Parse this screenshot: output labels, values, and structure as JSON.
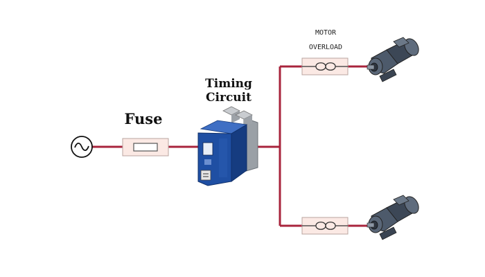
{
  "labels": {
    "fuse": "Fuse",
    "timing_line1": "Timing",
    "timing_line2": "Circuit",
    "overload_line1": "MOTOR",
    "overload_line2": "OVERLOAD"
  },
  "components": {
    "source": "ac-source-icon",
    "fuse": "fuse-icon",
    "timer": "timing-relay-icon",
    "overload_top": "overload-relay-icon",
    "overload_bottom": "overload-relay-icon",
    "motor_top": "gear-motor-icon",
    "motor_bottom": "gear-motor-icon"
  },
  "colors": {
    "wire": "#a8243c",
    "fuse_fill": "#fbe9e4",
    "device_blue": "#1f4fa3",
    "device_grey": "#9aa0a6",
    "motor_body": "#4d5a6b"
  }
}
